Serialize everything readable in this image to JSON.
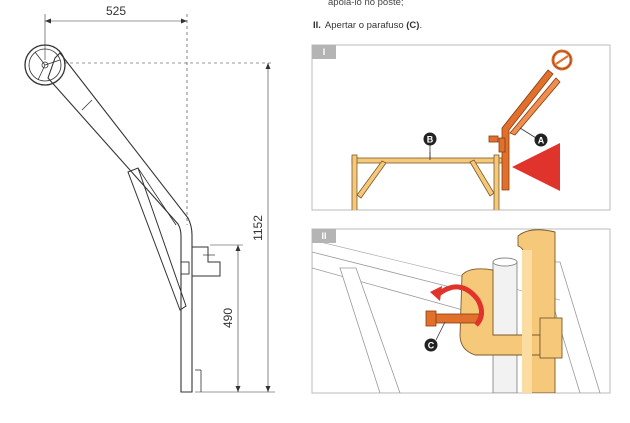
{
  "dimension_top": "525",
  "dimension_total_height": "1152",
  "dimension_lower_height": "490",
  "text_cut_top": "apoiá-lo no poste;",
  "step": {
    "number": "II.",
    "text": "Apertar o parafuso ",
    "part": "(C)",
    "end": "."
  },
  "panel_1": {
    "label": "I",
    "callout_a": "A",
    "callout_b": "B"
  },
  "panel_2": {
    "label": "II",
    "callout_c": "C"
  },
  "colors": {
    "accent_orange": "#e0702b",
    "frame_yellow": "#f6c87a",
    "arrow_red": "#e0332b",
    "panel_tag": "#b4b4b4"
  }
}
